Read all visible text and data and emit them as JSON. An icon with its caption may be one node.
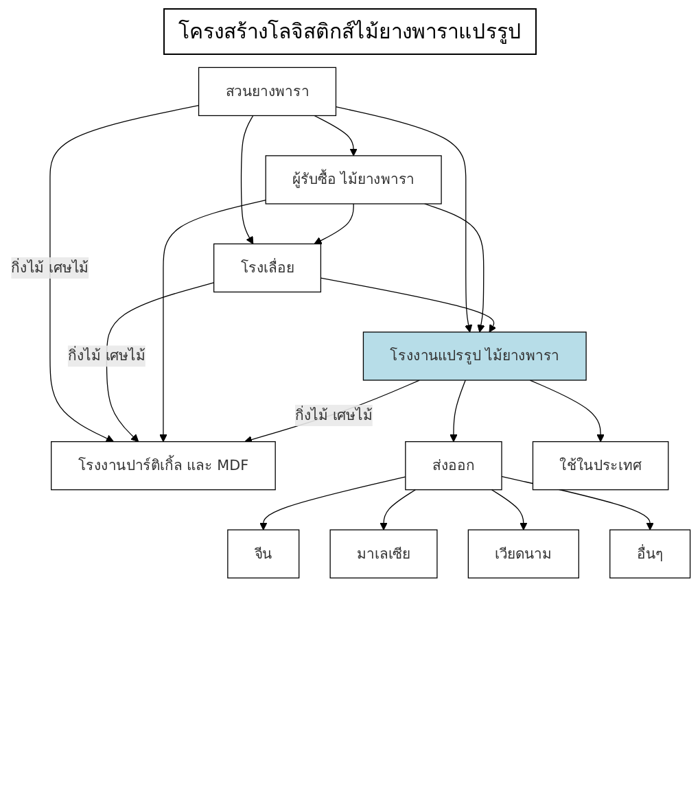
{
  "diagram": {
    "title": "โครงสร้างโลจิสติกส์ไม้ยางพาราแปรรูป",
    "nodes": [
      {
        "text": [
          "สวนยางพารา"
        ]
      },
      {
        "text": [
          "ผู้รับซื้อ ไม้ยางพารา"
        ]
      },
      {
        "text": [
          "โรงเลื่อย"
        ]
      },
      {
        "text": [
          "โรงงานปาร์ติเกิ้ล และ MDF"
        ]
      },
      {
        "text": [
          "โรงงานแปรรูป ไม้ยางพารา"
        ]
      },
      {
        "text": [
          "ส่งออก"
        ]
      },
      {
        "text": [
          "ใช้ในประเทศ"
        ]
      },
      {
        "text": [
          "จีน"
        ]
      },
      {
        "text": [
          "มาเลเซีย"
        ]
      },
      {
        "text": [
          "เวียดนาม"
        ]
      },
      {
        "text": [
          "อื่นๆ"
        ]
      }
    ],
    "edges": [
      {
        "from": 0,
        "to": 1,
        "arrow": "to"
      },
      {
        "from": 0,
        "to": 2,
        "arrow": "to"
      },
      {
        "from": 0,
        "to": 3,
        "arrow": "to",
        "label": "กิ่งไม้ เศษไม้"
      },
      {
        "from": 1,
        "to": 2,
        "arrow": "to"
      },
      {
        "from": 0,
        "to": 4,
        "arrow": "to"
      },
      {
        "from": 1,
        "to": 4,
        "arrow": "to"
      },
      {
        "from": 2,
        "to": 4,
        "arrow": "to"
      },
      {
        "from": 2,
        "to": 3,
        "arrow": "to",
        "label": "กิ่งไม้ เศษไม้"
      },
      {
        "from": 1,
        "to": 3,
        "arrow": "to"
      },
      {
        "from": 4,
        "to": 3,
        "arrow": "to",
        "label": "กิ่งไม้ เศษไม้"
      },
      {
        "from": 4,
        "to": 5,
        "arrow": "to"
      },
      {
        "from": 4,
        "to": 6,
        "arrow": "to"
      },
      {
        "from": 5,
        "to": 7,
        "arrow": "to"
      },
      {
        "from": 5,
        "to": 8,
        "arrow": "to"
      },
      {
        "from": 5,
        "to": 9,
        "arrow": "to"
      },
      {
        "from": 5,
        "to": 10,
        "arrow": "to"
      }
    ]
  }
}
